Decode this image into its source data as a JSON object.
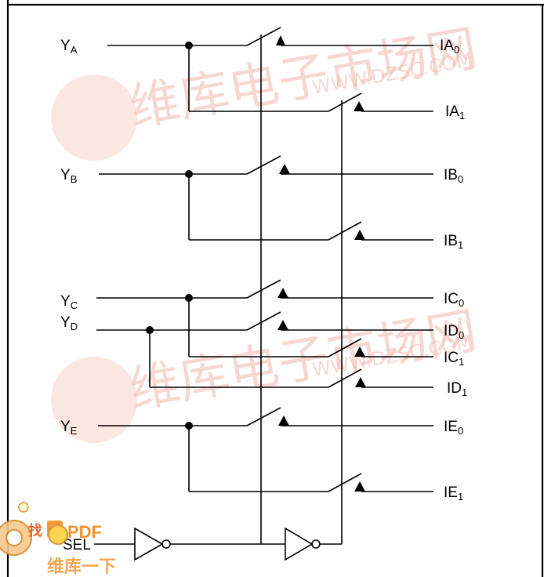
{
  "watermark": {
    "cn_text": "维库电子市场网",
    "url_text": "WWW.DZSC.COM"
  },
  "badge": {
    "line1": "找",
    "line2": "PDF",
    "line3": "维库一下"
  },
  "inputs": {
    "ya": {
      "main": "Y",
      "sub": "A"
    },
    "yb": {
      "main": "Y",
      "sub": "B"
    },
    "yc": {
      "main": "Y",
      "sub": "C"
    },
    "yd": {
      "main": "Y",
      "sub": "D"
    },
    "ye": {
      "main": "Y",
      "sub": "E"
    },
    "sel": "SEL"
  },
  "outputs": {
    "a0": {
      "main": "A",
      "sub": "0"
    },
    "a1": {
      "main": "A",
      "sub": "1"
    },
    "b0": {
      "main": "B",
      "sub": "0"
    },
    "b1": {
      "main": "B",
      "sub": "1"
    },
    "c0": {
      "main": "C",
      "sub": "0"
    },
    "d0": {
      "main": "D",
      "sub": "0"
    },
    "c1": {
      "main": "C",
      "sub": "1"
    },
    "d1": {
      "main": "D",
      "sub": "1"
    },
    "e0": {
      "main": "E",
      "sub": "0"
    },
    "e1": {
      "main": "E",
      "sub": "1"
    }
  }
}
